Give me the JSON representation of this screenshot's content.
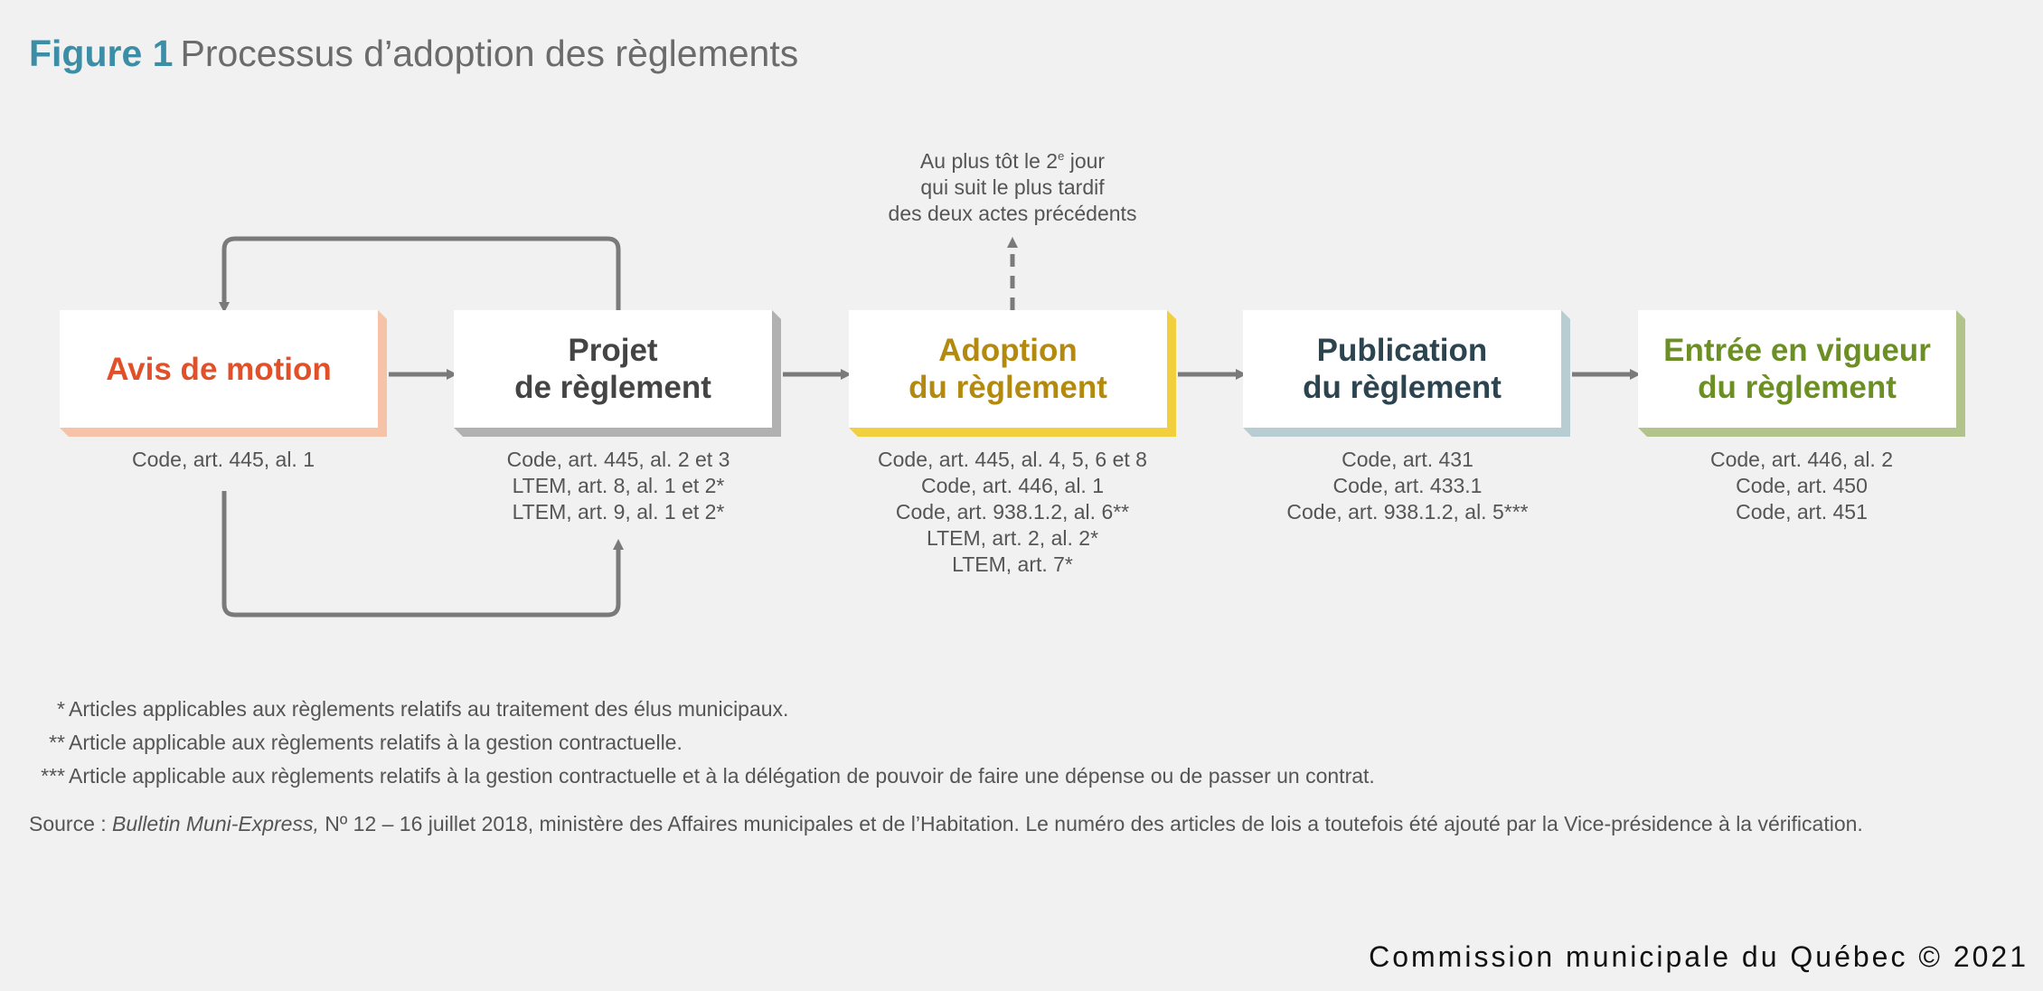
{
  "figure": {
    "number": "Figure 1",
    "title": "Processus d’adoption des règlements"
  },
  "colors": {
    "title_number": "#3b8ea5",
    "arrow": "#7a7a7a",
    "step1": "#e2502a",
    "step1_shadow": "#f6c2a8",
    "step2": "#444444",
    "step2_shadow": "#b1b1b1",
    "step3": "#b38a0e",
    "step3_shadow": "#f2cf3c",
    "step4": "#2c4450",
    "step4_shadow": "#b7cdd1",
    "step5": "#6b8f23",
    "step5_shadow": "#b2c48c"
  },
  "steps": [
    {
      "label": "Avis de motion",
      "refs": [
        "Code, art. 445, al. 1"
      ]
    },
    {
      "label": "Projet\nde règlement",
      "refs": [
        "Code, art. 445, al. 2 et 3",
        "LTEM, art. 8, al. 1 et 2*",
        "LTEM, art. 9, al. 1 et 2*"
      ]
    },
    {
      "label": "Adoption\ndu règlement",
      "refs": [
        "Code, art. 445, al. 4, 5, 6 et 8",
        "Code, art. 446, al. 1",
        "Code, art. 938.1.2, al. 6**",
        "LTEM, art. 2, al. 2*",
        "LTEM, art. 7*"
      ]
    },
    {
      "label": "Publication\ndu règlement",
      "refs": [
        "Code, art. 431",
        "Code, art. 433.1",
        "Code, art. 938.1.2, al. 5***"
      ]
    },
    {
      "label": "Entrée en vigueur\ndu règlement",
      "refs": [
        "Code, art. 446, al. 2",
        "Code, art. 450",
        "Code, art. 451"
      ]
    }
  ],
  "adoption_note": {
    "line1_before": "Au plus tôt le 2",
    "line1_sup": "e",
    "line1_after": " jour",
    "line2": "qui suit le plus tardif",
    "line3": "des deux actes précédents"
  },
  "footnotes": [
    {
      "mark": "*",
      "text": "Articles applicables aux règlements relatifs au traitement des élus municipaux."
    },
    {
      "mark": "**",
      "text": "Article applicable aux règlements relatifs à la gestion contractuelle."
    },
    {
      "mark": "***",
      "text": "Article applicable aux règlements relatifs à la gestion contractuelle et à la délégation de pouvoir de faire une dépense ou de passer un contrat."
    }
  ],
  "source": {
    "prefix": "Source : ",
    "publication": "Bulletin Muni-Express,",
    "text": " Nº 12 – 16 juillet 2018, ministère des Affaires municipales et de l’Habitation. Le numéro des articles de lois a toutefois été ajouté par la Vice-présidence à la vérification."
  },
  "copyright": "Commission municipale du Québec © 2021"
}
